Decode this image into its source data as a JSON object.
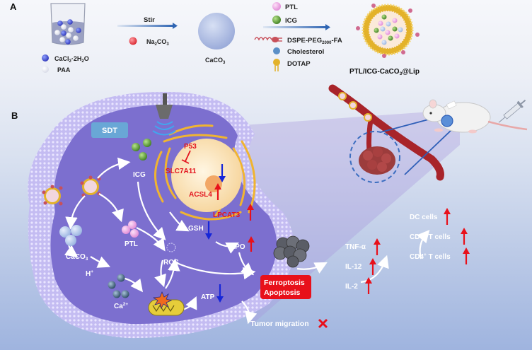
{
  "panels": {
    "a": {
      "label": "A"
    },
    "b": {
      "label": "B"
    }
  },
  "panel_a": {
    "beaker_legend": [
      {
        "label": "CaCl2·2H2O",
        "main": "CaCl",
        "sub1": "2",
        "mid": "·2H",
        "sub2": "2",
        "tail": "O",
        "color": "#3b3fd0"
      },
      {
        "label": "PAA",
        "color": "#ffffff"
      }
    ],
    "step1_arrow_label": "Stir",
    "step1_reagent": {
      "main": "Na",
      "sub": "2",
      "mid": "CO",
      "sub2": "3",
      "color": "#e0404a"
    },
    "intermediate": {
      "main": "CaCO",
      "sub": "3"
    },
    "step2_reagents": [
      {
        "label": "PTL",
        "color": "#e79be0"
      },
      {
        "label": "ICG",
        "color": "#5fa63a"
      }
    ],
    "lipid_components": [
      {
        "main": "DSPE-PEG",
        "sub": "2000",
        "tail": "-FA",
        "color": "#c8505a"
      },
      {
        "label": "Cholesterol",
        "color": "#5b8fc7"
      },
      {
        "label": "DOTAP",
        "color": "#e3b22a"
      }
    ],
    "product": {
      "main": "PTL/ICG-CaCO",
      "sub": "3",
      "tail": "@Lip"
    }
  },
  "panel_b": {
    "sdt_badge": "SDT",
    "icg": "ICG",
    "ptl": "PTL",
    "caco3": {
      "main": "CaCO",
      "sub": "3"
    },
    "h_plus": {
      "main": "H",
      "sup": "+"
    },
    "ca2": {
      "main": "Ca",
      "sup": "2+"
    },
    "ros": "ROS",
    "atp": "ATP",
    "gsh": "GSH",
    "lpo": "LPO",
    "p53": "P53",
    "slc7a11": "SLC7A11",
    "acsl4": "ACSL4",
    "lpcat3": "LPCAT3",
    "death_box": {
      "line1": "Ferroptosis",
      "line2": "Apoptosis"
    },
    "tumor_migration": "Tumor migration",
    "cytokines": [
      "TNF-α",
      "IL-12",
      "IL-2"
    ],
    "immune_cells": [
      {
        "label": "DC cells",
        "main": "DC cells",
        "sup": ""
      },
      {
        "label": "CD8+ T cells",
        "main": "CD8",
        "sup": "+",
        "tail": " T cells"
      },
      {
        "label": "CD4+ T cells",
        "main": "CD4",
        "sup": "+",
        "tail": " T cells"
      }
    ]
  },
  "colors": {
    "up_arrow": "#e8101a",
    "down_arrow": "#1626d8",
    "red_text": "#e3141e",
    "cell_fill": "#7c6fcf",
    "membrane": "#b7aef0",
    "nucleus": "#fde9c6",
    "er": "#f0b431",
    "badge": "#69a7d6",
    "death_box": "#e8101a"
  }
}
